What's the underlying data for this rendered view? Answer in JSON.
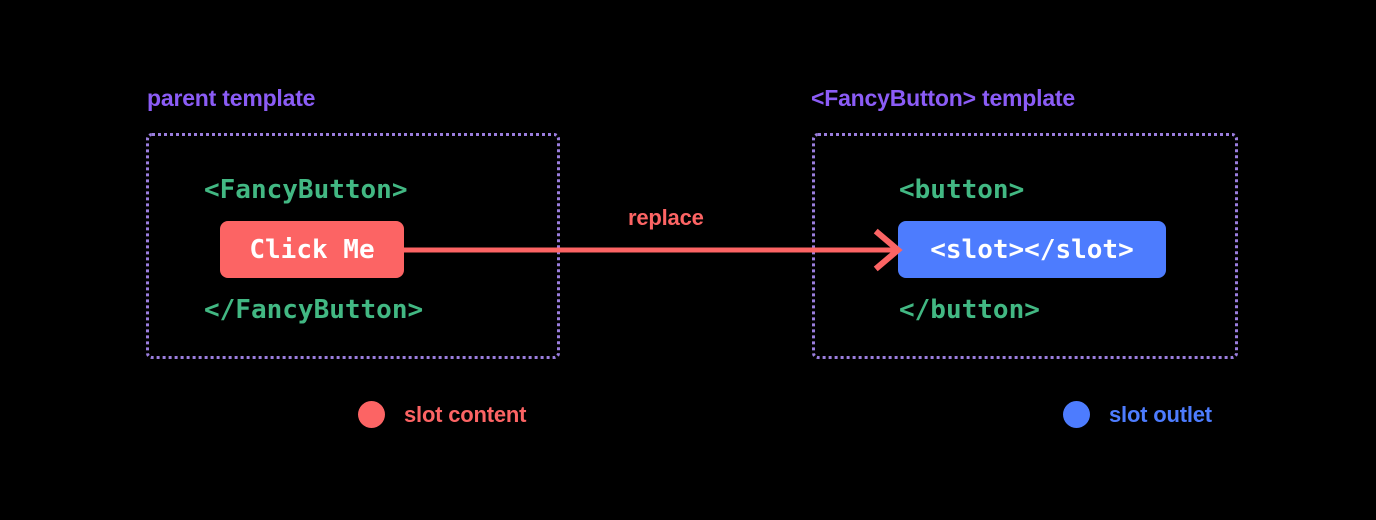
{
  "diagram": {
    "title_left": "parent template",
    "title_right": "<FancyButton> template",
    "arrow_label": "replace",
    "left_panel": {
      "open_tag": "<FancyButton>",
      "chip_label": "Click Me",
      "close_tag": "</FancyButton>"
    },
    "right_panel": {
      "open_tag": "<button>",
      "chip_label": "<slot></slot>",
      "close_tag": "</button>"
    },
    "legend": [
      {
        "label": "slot content",
        "color": "#FC6464"
      },
      {
        "label": "slot outlet",
        "color": "#4D7CFE"
      }
    ],
    "colors": {
      "background": "#000000",
      "heading_purple": "#8B5CF6",
      "border_purple": "#9B7EDE",
      "code_green": "#42B883",
      "slot_content_red": "#FC6464",
      "slot_outlet_blue": "#4D7CFE",
      "chip_text": "#FFFFFF"
    }
  }
}
